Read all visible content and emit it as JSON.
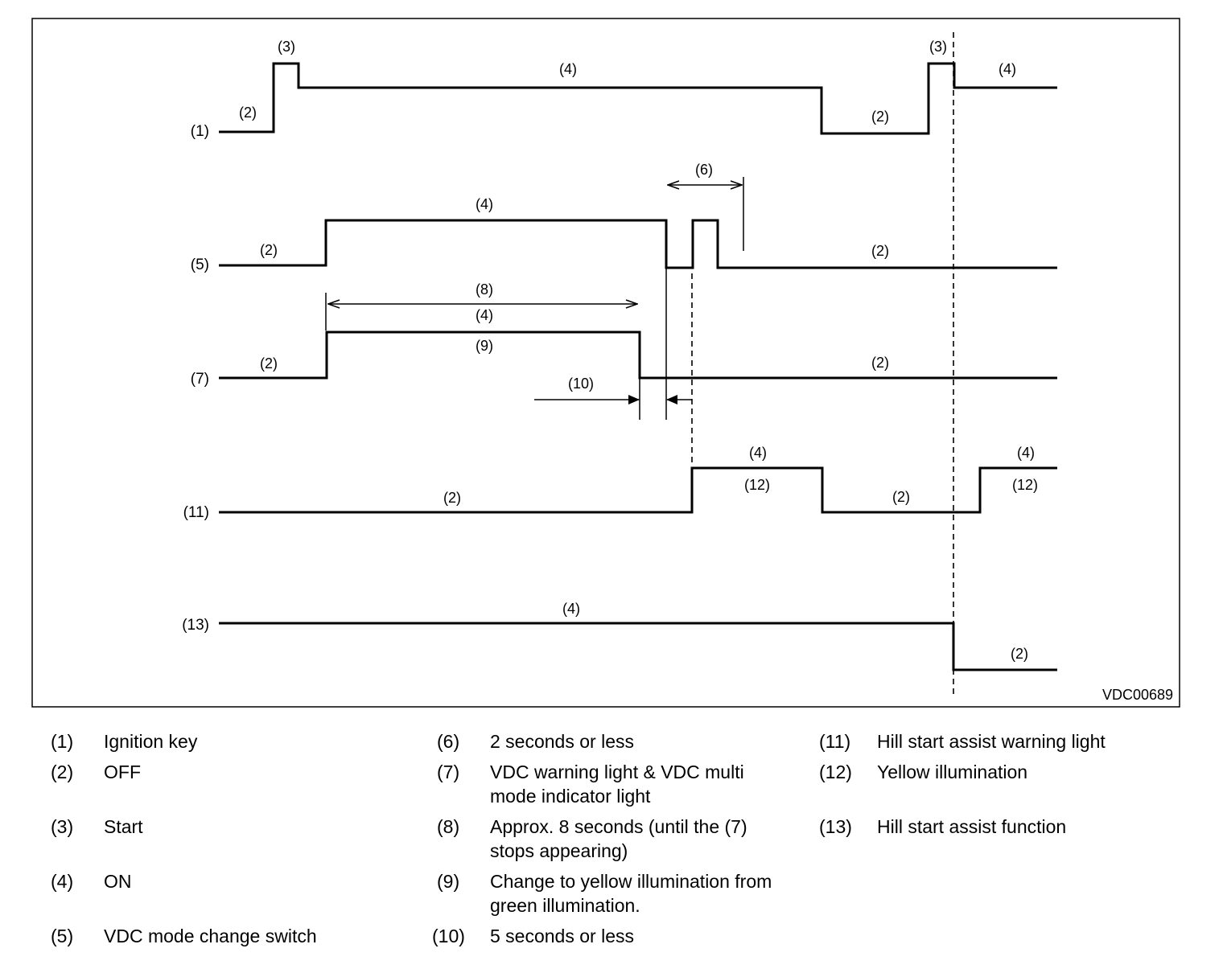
{
  "diagram": {
    "image_code": "VDC00689",
    "rows": [
      {
        "label": "(1)",
        "segment_labels": [
          "(2)",
          "(3)",
          "(4)",
          "(2)",
          "(3)",
          "(4)"
        ]
      },
      {
        "label": "(5)",
        "segment_labels": [
          "(2)",
          "(4)",
          "(2)"
        ]
      },
      {
        "label": "(7)",
        "segment_labels": [
          "(2)",
          "(4)",
          "(9)",
          "(2)"
        ]
      },
      {
        "label": "(11)",
        "segment_labels": [
          "(2)",
          "(4)",
          "(12)",
          "(2)",
          "(4)",
          "(12)"
        ]
      },
      {
        "label": "(13)",
        "segment_labels": [
          "(4)",
          "(2)"
        ]
      }
    ],
    "dimensions": {
      "two_seconds": "(6)",
      "eight_seconds": "(8)",
      "five_seconds": "(10)"
    }
  },
  "legend": [
    {
      "num": "(1)",
      "text": "Ignition key"
    },
    {
      "num": "(2)",
      "text": "OFF"
    },
    {
      "num": "(3)",
      "text": "Start"
    },
    {
      "num": "(4)",
      "text": "ON"
    },
    {
      "num": "(5)",
      "text": "VDC mode change switch"
    },
    {
      "num": "(6)",
      "text": "2 seconds or less"
    },
    {
      "num": "(7)",
      "text_lines": [
        "VDC warning light & VDC multi",
        "mode indicator light"
      ]
    },
    {
      "num": "(8)",
      "text_lines": [
        "Approx. 8 seconds (until the (7)",
        "stops appearing)"
      ]
    },
    {
      "num": "(9)",
      "text_lines": [
        "Change to yellow illumination from",
        "green illumination."
      ]
    },
    {
      "num": "(10)",
      "text": "5 seconds or less"
    },
    {
      "num": "(11)",
      "text": "Hill start assist warning light"
    },
    {
      "num": "(12)",
      "text": "Yellow illumination"
    },
    {
      "num": "(13)",
      "text": "Hill start assist function"
    }
  ]
}
